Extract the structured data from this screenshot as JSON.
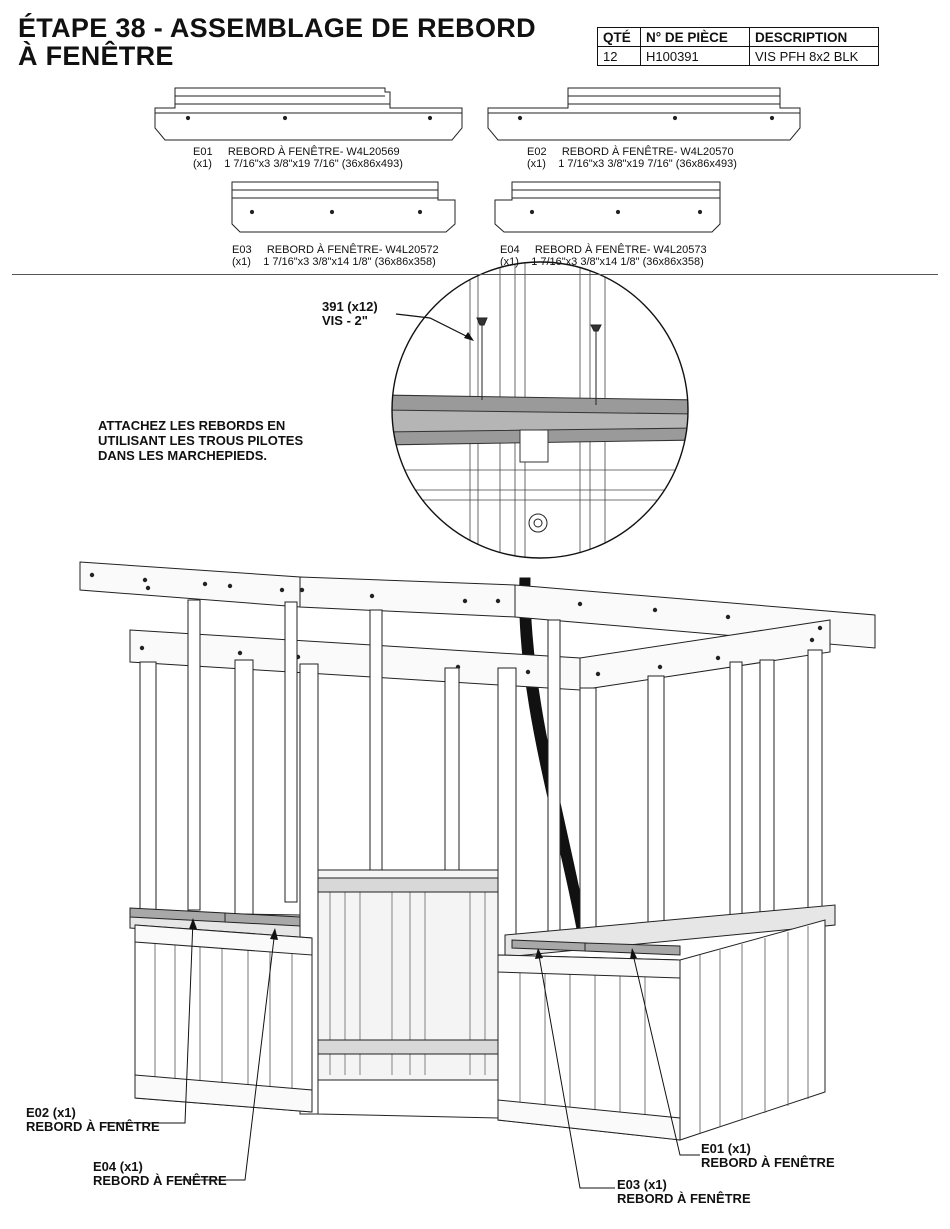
{
  "title_line1": "ÉTAPE 38 - ASSEMBLAGE DE REBORD",
  "title_line2": "À FENÊTRE",
  "parts_table": {
    "headers": [
      "QTÉ",
      "N° DE PIÈCE",
      "DESCRIPTION"
    ],
    "rows": [
      [
        "12",
        "H100391",
        "VIS PFH 8x2 BLK"
      ]
    ]
  },
  "parts": [
    {
      "id": "E01",
      "qty": "(x1)",
      "name": "REBORD À FENÊTRE- W4L20569",
      "dims": "1 7/16\"x3 3/8\"x19 7/16\" (36x86x493)"
    },
    {
      "id": "E02",
      "qty": "(x1)",
      "name": "REBORD À FENÊTRE- W4L20570",
      "dims": "1 7/16\"x3 3/8\"x19 7/16\" (36x86x493)"
    },
    {
      "id": "E03",
      "qty": "(x1)",
      "name": "REBORD À FENÊTRE- W4L20572",
      "dims": "1 7/16\"x3 3/8\"x14 1/8\" (36x86x358)"
    },
    {
      "id": "E04",
      "qty": "(x1)",
      "name": "REBORD À FENÊTRE- W4L20573",
      "dims": "1 7/16\"x3 3/8\"x14 1/8\" (36x86x358)"
    }
  ],
  "screw_callout": {
    "line1": "391 (x12)",
    "line2": "VIS - 2\""
  },
  "instruction": [
    "ATTACHEZ LES REBORDS EN",
    "UTILISANT LES TROUS PILOTES",
    "DANS LES MARCHEPIEDS."
  ],
  "callouts": [
    {
      "id": "E02 (x1)",
      "label": "REBORD À FENÊTRE"
    },
    {
      "id": "E04 (x1)",
      "label": "REBORD À FENÊTRE"
    },
    {
      "id": "E01 (x1)",
      "label": "REBORD À FENÊTRE"
    },
    {
      "id": "E03 (x1)",
      "label": "REBORD À FENÊTRE"
    }
  ]
}
